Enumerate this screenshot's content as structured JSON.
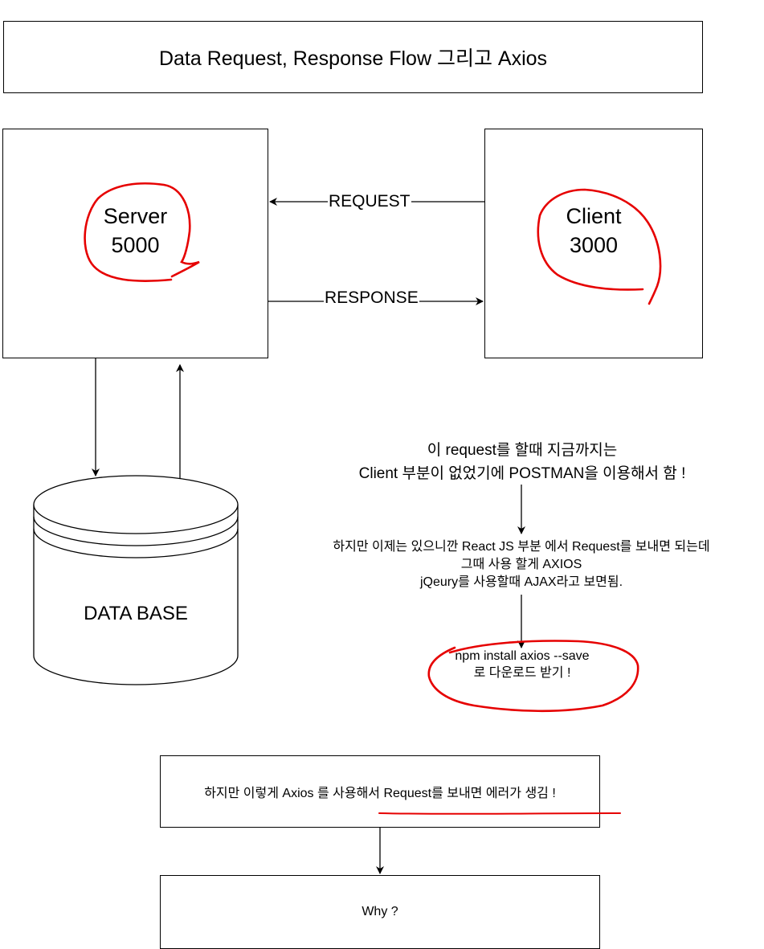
{
  "title": "Data Request, Response Flow 그리고 Axios",
  "server": {
    "line1": "Server",
    "line2": "5000"
  },
  "client": {
    "line1": "Client",
    "line2": "3000"
  },
  "arrows": {
    "request": "REQUEST",
    "response": "RESPONSE"
  },
  "database": {
    "label": "DATA BASE"
  },
  "note1": {
    "line1": "이 request를 할때 지금까지는",
    "line2": "Client 부분이 없었기에   POSTMAN을 이용해서 함 !"
  },
  "note2": {
    "line1": "하지만 이제는 있으니깐 React JS 부분 에서  Request를 보내면 되는데",
    "line2": "그때 사용 할게  AXIOS",
    "line3": "jQeury를 사용할때 AJAX라고 보면됨."
  },
  "note3": {
    "line1": "npm install axios --save",
    "line2": "로  다운로드 받기 !"
  },
  "error_box": {
    "text": "하지만 이렇게 Axios 를 사용해서 Request를 보내면 에러가 생김 !"
  },
  "why_box": {
    "text": "Why ?"
  },
  "colors": {
    "stroke": "#000000",
    "annotation": "#e60000"
  }
}
